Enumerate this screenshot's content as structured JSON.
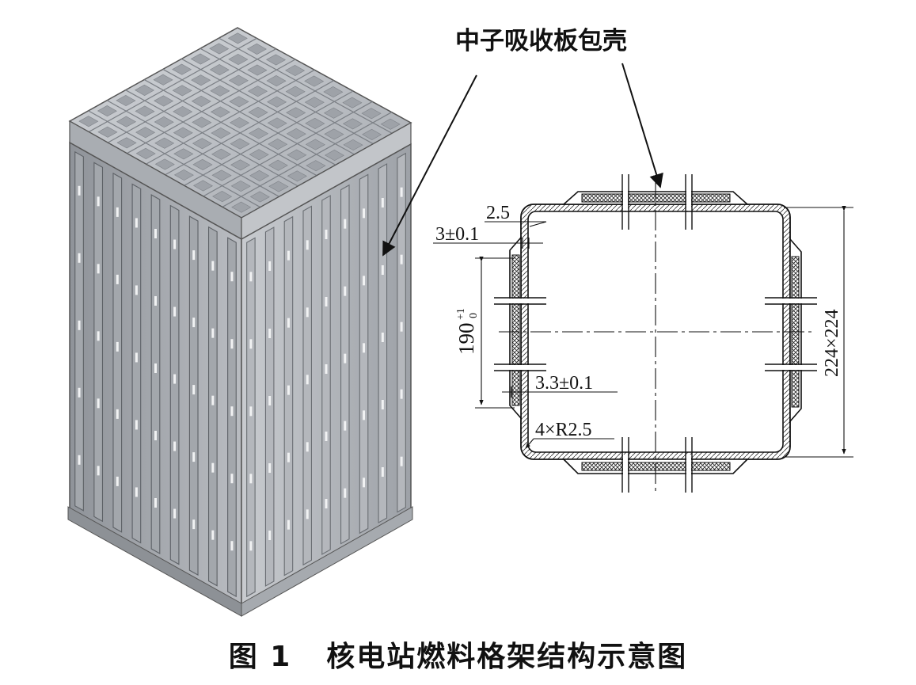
{
  "figure": {
    "callout_label": "中子吸收板包壳",
    "dimensions": {
      "top_offset": "2.5",
      "wall_thickness": "3±0.1",
      "absorber_length_base": "190",
      "absorber_length_tol_upper": "+1",
      "absorber_length_tol_lower": "0",
      "absorber_thickness": "3.3±0.1",
      "corner_radius": "4×R2.5",
      "outer_size": "224×224"
    }
  },
  "caption": {
    "number": "图 1",
    "title": "核电站燃料格架结构示意图"
  },
  "colors": {
    "line": "#111111",
    "steel_light": "#c4c7cc",
    "steel_mid": "#9a9ea4",
    "steel_dark": "#6f7378",
    "steel_top": "#b7bbc0"
  }
}
